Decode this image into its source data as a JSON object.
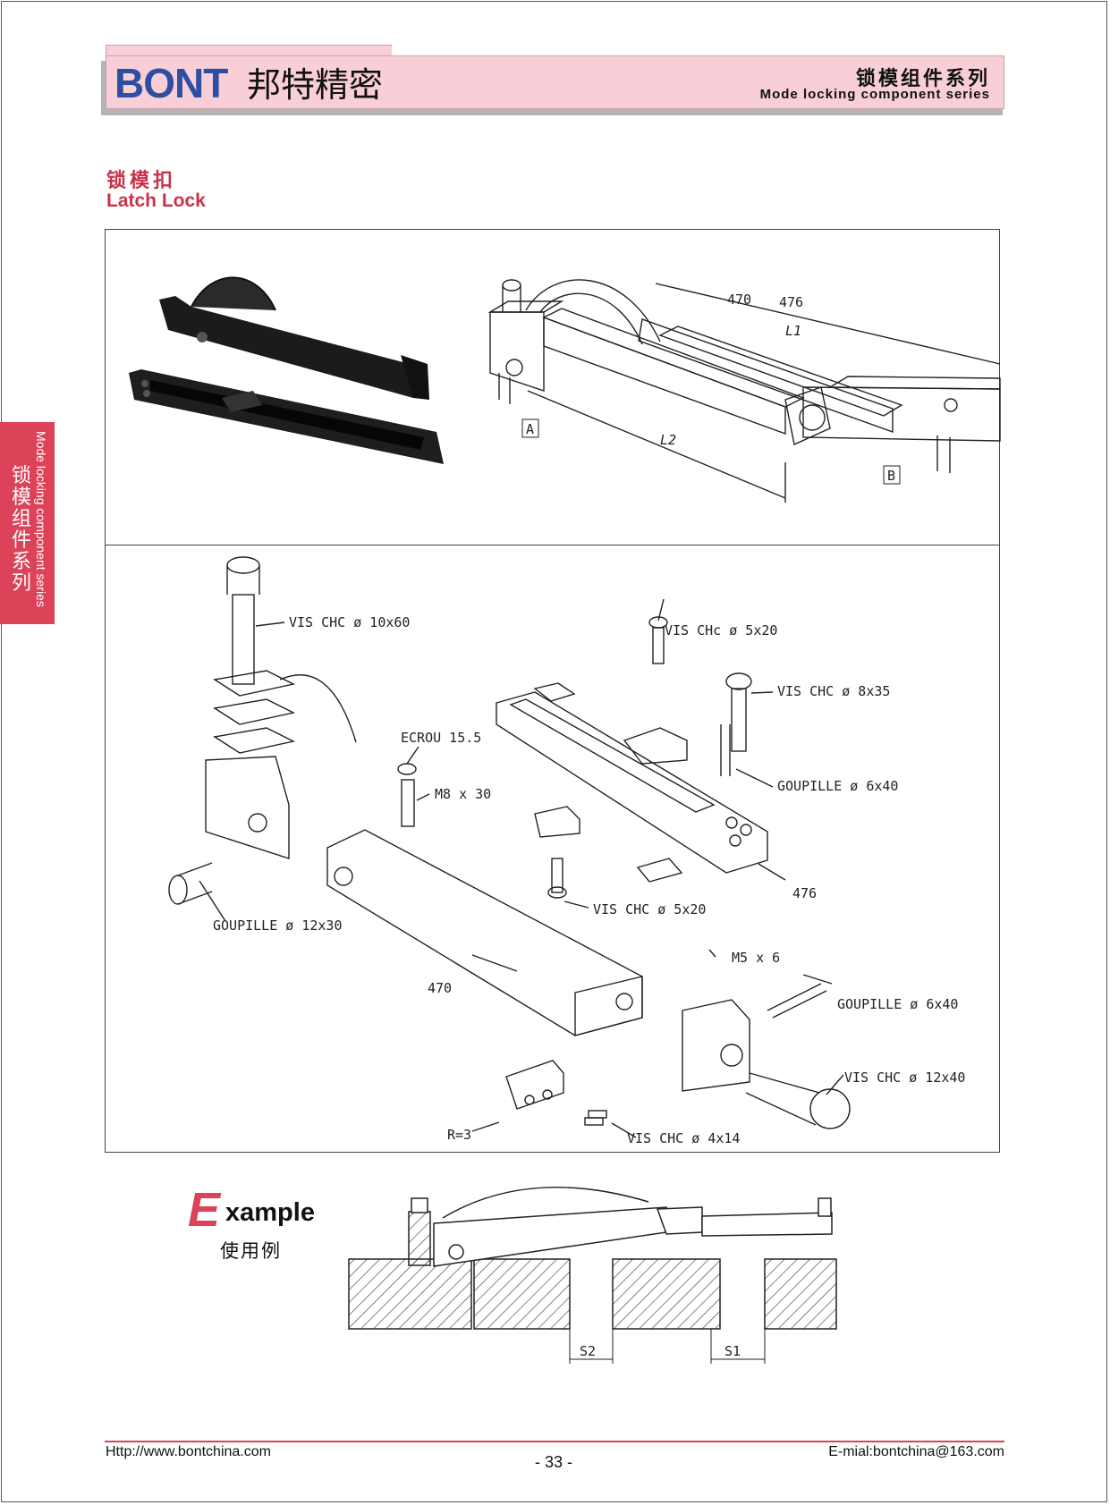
{
  "header": {
    "logo": "BONT",
    "logo_cn": "邦特精密",
    "series_cn": "锁模组件系列",
    "series_en": "Mode locking component series"
  },
  "sidebar": {
    "cn": "锁模组件系列",
    "en": "Mode locking component series"
  },
  "section": {
    "title_cn": "锁模扣",
    "title_en": "Latch Lock"
  },
  "assembly": {
    "labels": [
      "470",
      "476",
      "L1",
      "L2",
      "A",
      "B"
    ]
  },
  "exploded": {
    "callouts": [
      "VIS CHC ø 10x60",
      "VIS CHc ø 5x20",
      "VIS CHC ø 8x35",
      "ECROU 15.5",
      "M8 x 30",
      "GOUPILLE ø 6x40",
      "476",
      "GOUPILLE ø 12x30",
      "VIS CHC ø 5x20",
      "470",
      "M5 x 6",
      "GOUPILLE ø 6x40",
      "VIS CHC ø 12x40",
      "R=3",
      "VIS CHC ø 4x14"
    ]
  },
  "example": {
    "e_letter": "E",
    "rest": "xample",
    "cn": "使用例",
    "s1": "S1",
    "s2": "S2"
  },
  "footer": {
    "website": "Http://www.bontchina.com",
    "page": "- 33 -",
    "email": "E-mial:bontchina@163.com"
  }
}
